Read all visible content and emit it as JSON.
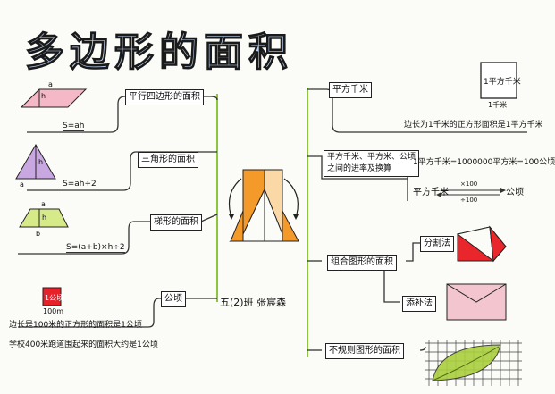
{
  "title": "多边形的面积",
  "left": {
    "parallelogram": {
      "label": "平行四边形的面积",
      "formula": "S=ah",
      "a": "a",
      "h": "h"
    },
    "triangle": {
      "label": "三角形的面积",
      "formula": "S=ah÷2",
      "a": "a",
      "h": "h"
    },
    "trapezoid": {
      "label": "梯形的面积",
      "formula": "S=(a+b)×h÷2",
      "a": "a",
      "b": "b",
      "h": "h"
    },
    "hectare": {
      "label": "公顷",
      "square_label": "1公顷",
      "side": "100m",
      "line1": "边长是100米的正方形的面积是1公顷",
      "line2": "学校400米跑道围起来的面积大约是1公顷"
    }
  },
  "center": {
    "author": "五(2)班 张宸森"
  },
  "right": {
    "sqkm": {
      "label": "平方千米",
      "square_label": "1平方千米",
      "side": "1千米",
      "desc": "边长为1千米的正方形面积是1平方千米"
    },
    "conversion": {
      "label_line1": "平方千米、平方米、公顷",
      "label_line2": "之间的进率及换算",
      "rule": "1平方千米=1000000平方米=100公顷",
      "left_unit": "平方千米",
      "right_unit": "公顷",
      "up": "×100",
      "down": "÷100"
    },
    "composite": {
      "label": "组合图形的面积",
      "split": "分割法",
      "fill": "添补法"
    },
    "irregular": {
      "label": "不规则图形的面积"
    }
  },
  "colors": {
    "title": "#bcd3f3",
    "parallelogram": "#f4b8c6",
    "triangle": "#c9a7e0",
    "trapezoid": "#d6ea8a",
    "hectare": "#e8202a",
    "orange": "#f39a2a",
    "peach": "#fbd9a6",
    "red": "#e8262c",
    "envelope": "#f3c6cf",
    "leaf": "#a9cf3d",
    "green_line": "#8cc63f"
  }
}
